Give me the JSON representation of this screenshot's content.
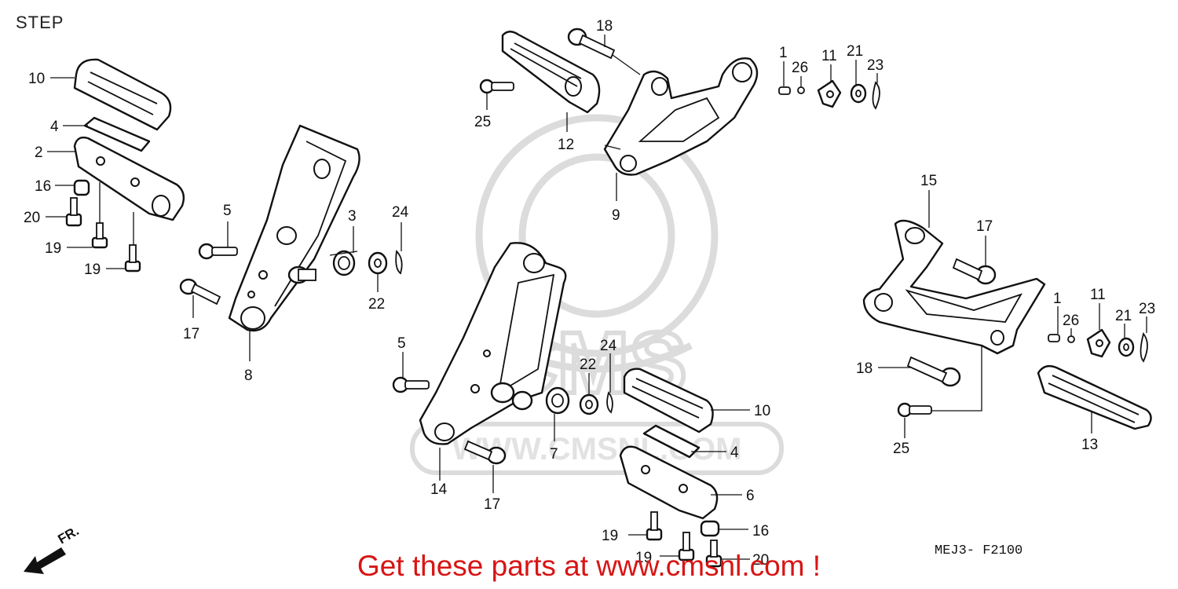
{
  "title": "STEP",
  "diagram_code": "MEJ3- F2100",
  "promo_text": "Get these parts at www.cmsnl.com !",
  "direction_label": "FR.",
  "watermark": {
    "brand": "CMS",
    "site": "WWW.CMSNL.COM",
    "color": "#d9d9d9"
  },
  "colors": {
    "promo": "#d81414",
    "line": "#111111"
  },
  "callouts": {
    "c10a": "10",
    "c4a": "4",
    "c2": "2",
    "c16a": "16",
    "c20a": "20",
    "c19a": "19",
    "c19b": "19",
    "c5a": "5",
    "c17a": "17",
    "c8": "8",
    "c3": "3",
    "c24a": "24",
    "c22a": "22",
    "c18a": "18",
    "c25a": "25",
    "c12": "12",
    "c9": "9",
    "c1a": "1",
    "c26a": "26",
    "c11a": "11",
    "c21a": "21",
    "c23a": "23",
    "c5b": "5",
    "c14": "14",
    "c17b": "17",
    "c7": "7",
    "c22b": "22",
    "c24b": "24",
    "c10b": "10",
    "c4b": "4",
    "c6": "6",
    "c19c": "19",
    "c16b": "16",
    "c19d": "19",
    "c20b": "20",
    "c15": "15",
    "c17c": "17",
    "c18b": "18",
    "c25b": "25",
    "c13": "13",
    "c1b": "1",
    "c26b": "26",
    "c11b": "11",
    "c21b": "21",
    "c23b": "23"
  }
}
